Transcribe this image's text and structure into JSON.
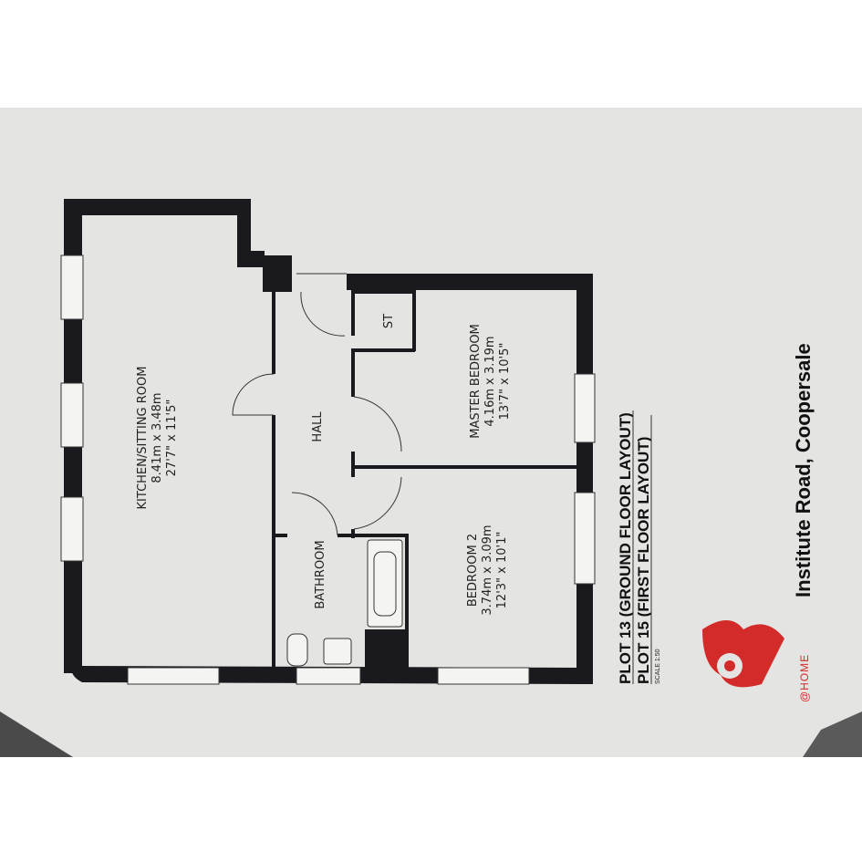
{
  "plan": {
    "rooms": {
      "kitchen": {
        "name": "KITCHEN/SITTING ROOM",
        "metric": "8.41m x 3.48m",
        "imperial": "27'7\" x 11'5\""
      },
      "hall": {
        "name": "HALL"
      },
      "store": {
        "name": "ST"
      },
      "master": {
        "name": "MASTER BEDROOM",
        "metric": "4.16m x 3.19m",
        "imperial": "13'7\" x 10'5\""
      },
      "bedroom2": {
        "name": "BEDROOM 2",
        "metric": "3.74m x 3.09m",
        "imperial": "12'3\" x 10'1\""
      },
      "bathroom": {
        "name": "BATHROOM"
      }
    }
  },
  "titleblock": {
    "plot1": "PLOT 13 (GROUND FLOOR LAYOUT)",
    "plot2": "PLOT 15 (FIRST FLOOR LAYOUT)",
    "scale": "SCALE 1:50",
    "address": "Institute Road, Coopersale",
    "brand": "@HOME",
    "brand_color": "#d32a2a"
  }
}
